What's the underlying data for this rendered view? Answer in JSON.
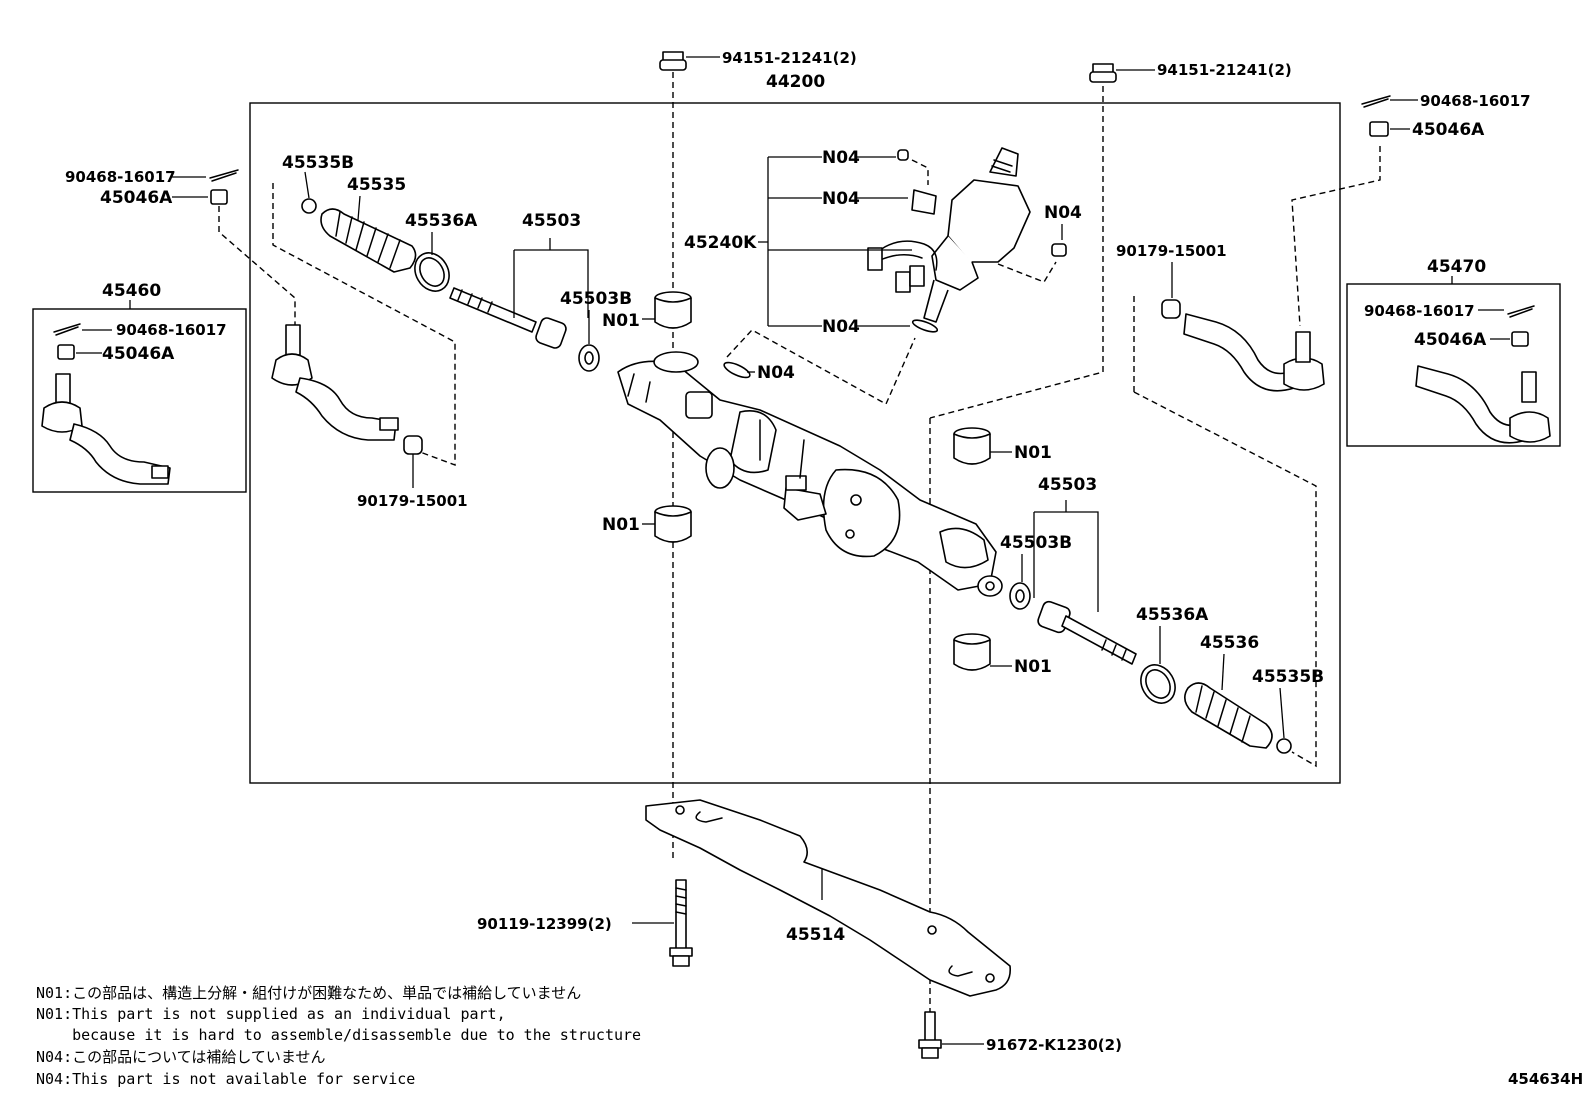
{
  "labels": {
    "p44200": "44200",
    "p94151_top": "94151-21241(2)",
    "p94151_right": "94151-21241(2)",
    "p90468_left": "90468-16017",
    "p45046A_left": "45046A",
    "p45535B_left": "45535B",
    "p45535_left": "45535",
    "p45536A_left": "45536A",
    "p45503_left": "45503",
    "p45503B_left": "45503B",
    "n01_upper": "N01",
    "n04_mid": "N04",
    "n04_a": "N04",
    "n04_b": "N04",
    "n04_c": "N04",
    "n04_d": "N04",
    "p45240K": "45240K",
    "p90179_right": "90179-15001",
    "p90468_right": "90468-16017",
    "p45046A_right": "45046A",
    "p45460": "45460",
    "box_left_90468": "90468-16017",
    "box_left_45046A": "45046A",
    "p90179_left": "90179-15001",
    "n01_lower_left": "N01",
    "p45470": "45470",
    "box_right_90468": "90468-16017",
    "box_right_45046A": "45046A",
    "n01_right_upper": "N01",
    "p45503_right": "45503",
    "p45503B_right": "45503B",
    "p45536A_right": "45536A",
    "p45536_right": "45536",
    "p45535B_right": "45535B",
    "n01_right_lower": "N01",
    "p90119": "90119-12399(2)",
    "p45514": "45514",
    "p91672": "91672-K1230(2)"
  },
  "notes": {
    "n01_jp": "N01:この部品は、構造上分解・組付けが困難なため、単品では補給していません",
    "n01_en1": "N01:This part is not supplied as an individual part,",
    "n01_en2": "    because it is hard to assemble/disassemble due to the structure",
    "n04_jp": "N04:この部品については補給していません",
    "n04_en": "N04:This part is not available for service"
  },
  "figure_id": "454634H"
}
